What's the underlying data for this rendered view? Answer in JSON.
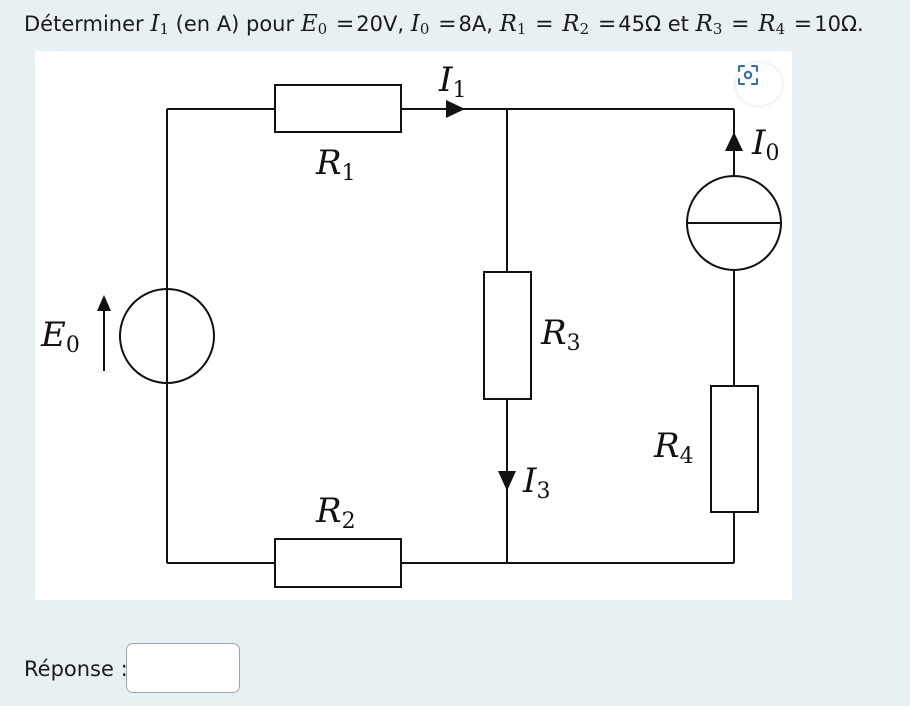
{
  "question": {
    "prefix": "Déterminer",
    "I1_sym": "I",
    "I1_sub": "1",
    "unit_part": " (en A) pour ",
    "E0_sym": "E",
    "E0_sub": "0",
    "eq": "=",
    "E0_val": "20V, ",
    "I0_sym": "I",
    "I0_sub": "0",
    "I0_val": "8A, ",
    "R1_sym": "R",
    "R1_sub": "1",
    "R2_sym": "R",
    "R2_sub": "2",
    "R12_val": "45Ω et ",
    "R3_sym": "R",
    "R3_sub": "3",
    "R4_sym": "R",
    "R4_sub": "4",
    "R34_val": "10Ω."
  },
  "circuit": {
    "I1": {
      "sym": "I",
      "sub": "1"
    },
    "I0": {
      "sym": "I",
      "sub": "0"
    },
    "I3": {
      "sym": "I",
      "sub": "3"
    },
    "E0": {
      "sym": "E",
      "sub": "0"
    },
    "R1": {
      "sym": "R",
      "sub": "1"
    },
    "R2": {
      "sym": "R",
      "sub": "2"
    },
    "R3": {
      "sym": "R",
      "sub": "3"
    },
    "R4": {
      "sym": "R",
      "sub": "4"
    }
  },
  "zoom_icon": "focus-zoom-icon",
  "answer": {
    "label": "Réponse :",
    "value": "",
    "placeholder": ""
  }
}
